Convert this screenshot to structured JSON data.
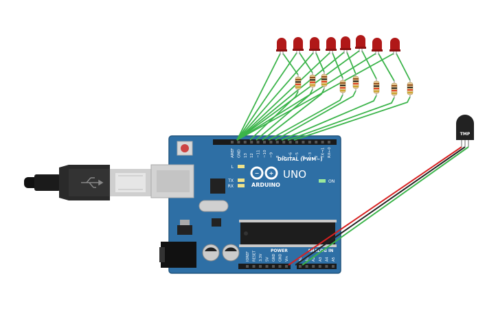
{
  "board": {
    "brand": "ARDUINO",
    "model": "UNO",
    "digital_header": "DIGITAL (PWM~)",
    "power_header": "POWER",
    "analog_header": "ANALOG IN",
    "on_label": "ON",
    "led_l": "L",
    "led_tx": "TX",
    "led_rx": "RX",
    "digital_pins": [
      "AREF",
      "GND",
      "13",
      "12",
      "~11",
      "~10",
      "~9",
      "8",
      "7",
      "~6",
      "~5",
      "4",
      "~3",
      "2",
      "TX→1",
      "RX←0"
    ],
    "power_pins": [
      "IOREF",
      "RESET",
      "3.3V",
      "5V",
      "GND",
      "GND",
      "Vin"
    ],
    "analog_pins": [
      "A0",
      "A1",
      "A2",
      "A3",
      "A4",
      "A5"
    ]
  },
  "sensor": {
    "label": "TMP"
  },
  "colors": {
    "board": "#2e6fa5",
    "board_dark": "#24577f",
    "led": "#b01818",
    "wire_signal": "#3bb44a",
    "wire_power": "#d62020",
    "wire_ground": "#222222",
    "resistor": "#e3c48d"
  },
  "leds": [
    {
      "id": "led-1"
    },
    {
      "id": "led-2"
    },
    {
      "id": "led-3"
    },
    {
      "id": "led-4"
    },
    {
      "id": "led-5"
    },
    {
      "id": "led-6"
    },
    {
      "id": "led-7"
    },
    {
      "id": "led-8"
    }
  ]
}
